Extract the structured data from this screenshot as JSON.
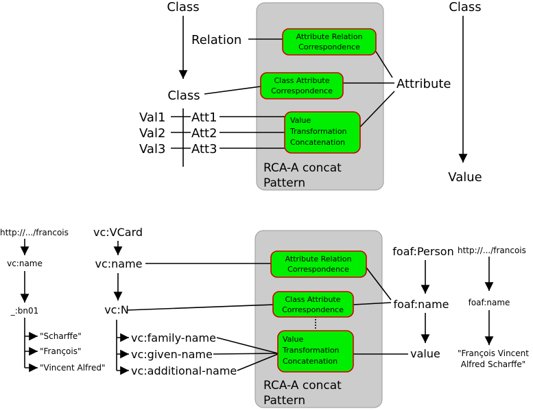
{
  "top": {
    "class_left": "Class",
    "relation": "Relation",
    "class_mid": "Class",
    "val1": "Val1",
    "val2": "Val2",
    "val3": "Val3",
    "att1": "Att1",
    "att2": "Att2",
    "att3": "Att3",
    "class_right": "Class",
    "attribute": "Attribute",
    "value": "Value",
    "pattern_line1": "RCA-A concat",
    "pattern_line2": "Pattern",
    "box_arc_l1": "Attribute Relation",
    "box_arc_l2": "Correspondence",
    "box_cac_l1": "Class Attribute",
    "box_cac_l2": "Correspondence",
    "box_vtc_l1": "Value",
    "box_vtc_l2": "Transformation",
    "box_vtc_l3": "Concatenation"
  },
  "bottom": {
    "uri_left": "http://.../francois",
    "vc_name_left": "vc:name",
    "bnode": "_:bn01",
    "lit_scharffe": "\"Scharffe\"",
    "lit_francois": "\"François\"",
    "lit_vincent": "\"Vincent Alfred\"",
    "vcard": "vc:VCard",
    "vc_name": "vc:name",
    "vc_n": "vc:N",
    "family": "vc:family-name",
    "given": "vc:given-name",
    "additional": "vc:additional-name",
    "foaf_person": "foaf:Person",
    "foaf_name": "foaf:name",
    "value": "value",
    "uri_right": "http://.../francois",
    "foaf_name_right": "foaf:name",
    "lit_full_l1": "\"François Vincent",
    "lit_full_l2": "Alfred Scharffe\"",
    "pattern_line1": "RCA-A concat",
    "pattern_line2": "Pattern",
    "box_arc_l1": "Attribute Relation",
    "box_arc_l2": "Correspondence",
    "box_cac_l1": "Class Attribute",
    "box_cac_l2": "Correspondence",
    "box_vtc_l1": "Value",
    "box_vtc_l2": "Transformation",
    "box_vtc_l3": "Concatenation"
  },
  "colors": {
    "panel": "#cccccc",
    "box_fill": "#00ee00",
    "box_border": "#cc0000"
  }
}
